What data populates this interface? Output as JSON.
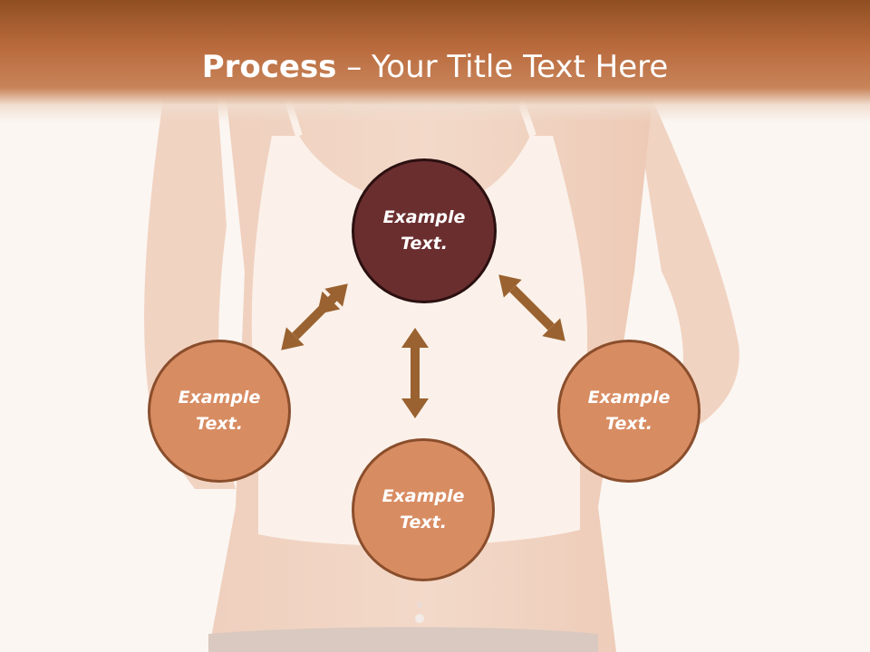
{
  "slide": {
    "title_bold": "Process",
    "title_rest": " – Your Title Text Here"
  },
  "diagram": {
    "nodes": [
      {
        "id": "top",
        "text": "Example Text."
      },
      {
        "id": "left",
        "text": "Example Text."
      },
      {
        "id": "bottom",
        "text": "Example Text."
      },
      {
        "id": "right",
        "text": "Example Text."
      }
    ]
  },
  "colors": {
    "title_bar": "#b96a3c",
    "node_primary": "#6b2e2f",
    "node_secondary": "#d88c62",
    "arrow": "#9a6230"
  }
}
